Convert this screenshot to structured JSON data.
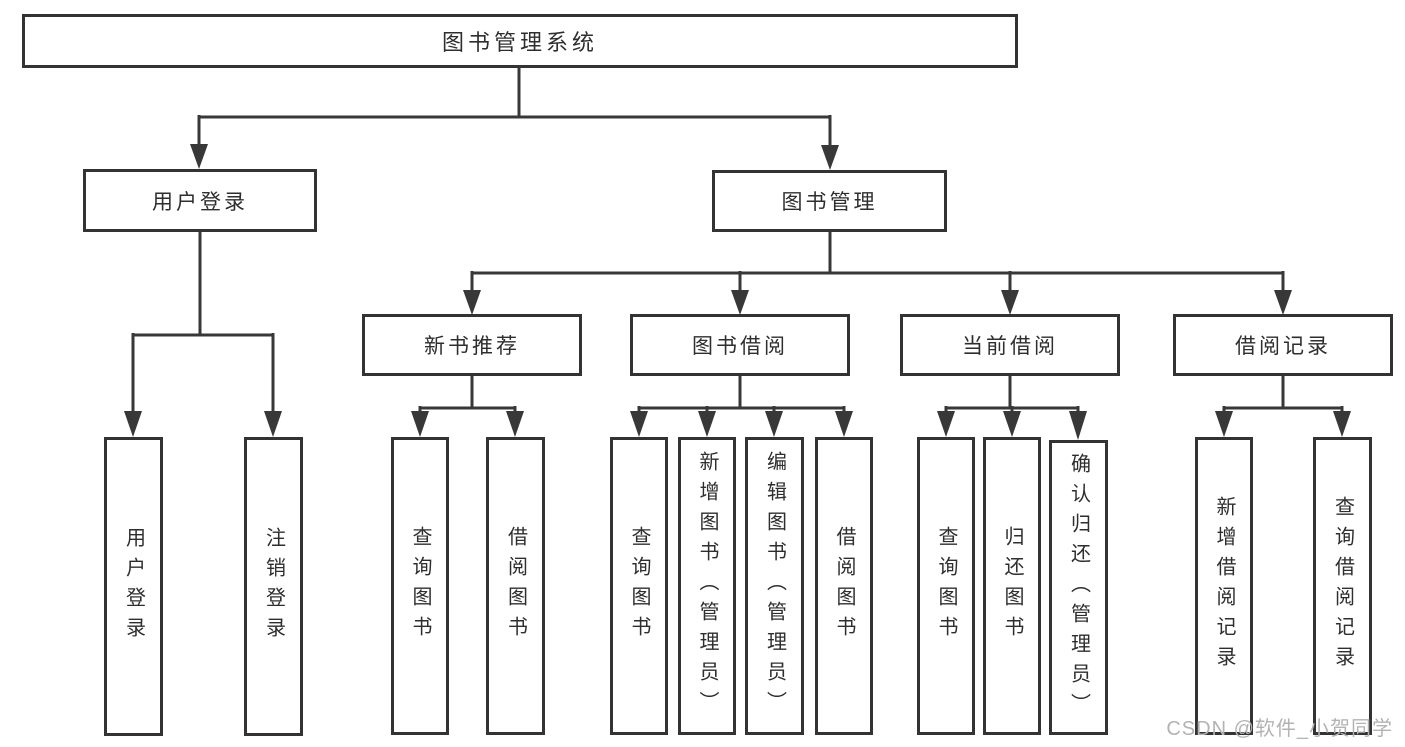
{
  "title": "图书管理系统",
  "branches": [
    {
      "id": "user-login",
      "label": "用户登录",
      "children": [
        "用户登录",
        "注销登录"
      ]
    },
    {
      "id": "book-mgmt",
      "label": "图书管理",
      "groups": [
        {
          "label": "新书推荐",
          "children": [
            "查询图书",
            "借阅图书"
          ]
        },
        {
          "label": "图书借阅",
          "children": [
            "查询图书",
            "新增图书（管理员）",
            "编辑图书（管理员）",
            "借阅图书"
          ]
        },
        {
          "label": "当前借阅",
          "children": [
            "查询图书",
            "归还图书",
            "确认归还（管理员）"
          ]
        },
        {
          "label": "借阅记录",
          "children": [
            "新增借阅记录",
            "查询借阅记录"
          ]
        }
      ]
    }
  ],
  "watermark": "CSDN @软件_小贺同学",
  "colors": {
    "line": "#383838",
    "border": "#333333",
    "text": "#2e2e2e",
    "watermark": "#b3b3b3",
    "background": "#ffffff"
  }
}
